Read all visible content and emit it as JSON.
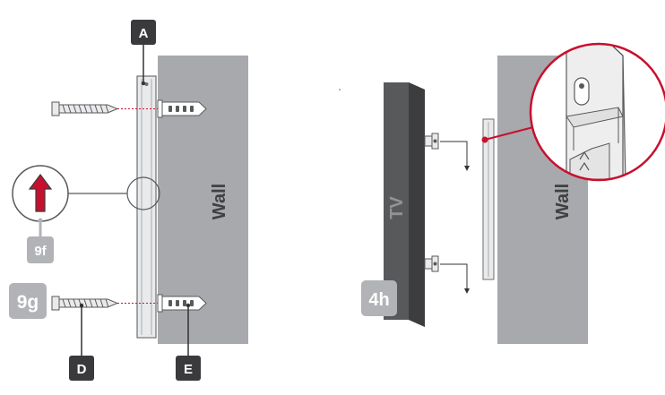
{
  "panels": {
    "left": {
      "wall_label": "Wall",
      "callouts": {
        "a": "A",
        "d": "D",
        "e": "E"
      },
      "step_badges": {
        "f": "9f",
        "g": "9g"
      },
      "arrow_direction": "up"
    },
    "right": {
      "wall_label": "Wall",
      "tv_label": "TV",
      "step_badge": "4h"
    }
  },
  "colors": {
    "wall": "#a7a9ac",
    "tv": "#58595b",
    "dark_callout": "#3a3a3c",
    "badge_grey": "#b1b3b6",
    "accent_red": "#c8102e",
    "bracket_fill": "#e9eaeb"
  }
}
